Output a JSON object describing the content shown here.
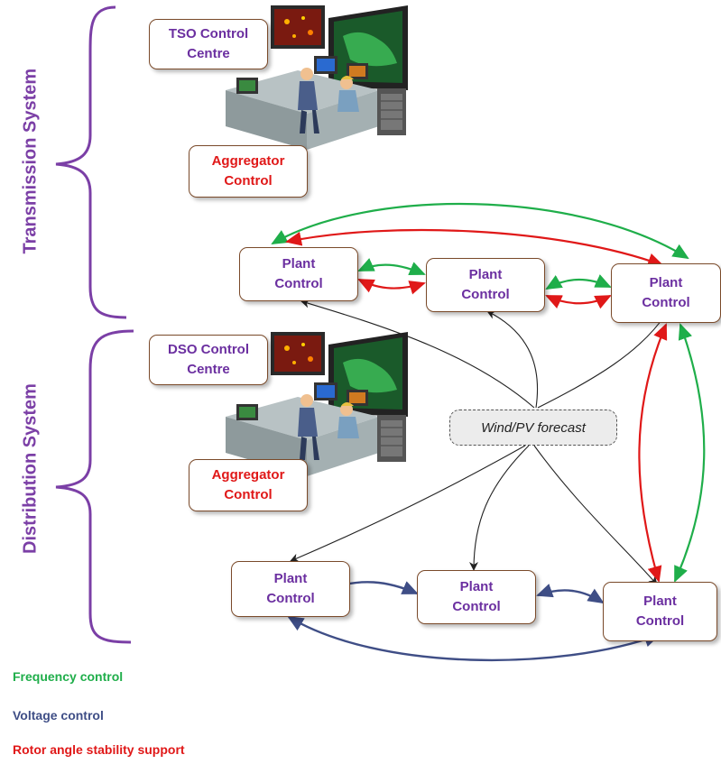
{
  "side_labels": {
    "transmission": "Transmission System",
    "distribution": "Distribution System"
  },
  "control_centres": {
    "tso": "TSO Control Centre",
    "dso": "DSO Control Centre"
  },
  "aggregators": {
    "transmission": "Aggregator Control",
    "distribution": "Aggregator Control"
  },
  "plants": {
    "t1": "Plant Control",
    "t2": "Plant Control",
    "t3": "Plant Control",
    "d1": "Plant Control",
    "d2": "Plant Control",
    "d3": "Plant Control"
  },
  "forecast": "Wind/PV forecast",
  "legend": {
    "frequency": "Frequency control",
    "voltage": "Voltage control",
    "rotor": "Rotor angle stability support"
  },
  "colors": {
    "frequency": "#1fae4a",
    "voltage": "#3f4e86",
    "rotor": "#e01818",
    "bracket": "#7b3fa6",
    "plant_text": "#6b2fa0"
  },
  "icons": [
    "control-room-illustration",
    "control-room-illustration"
  ]
}
